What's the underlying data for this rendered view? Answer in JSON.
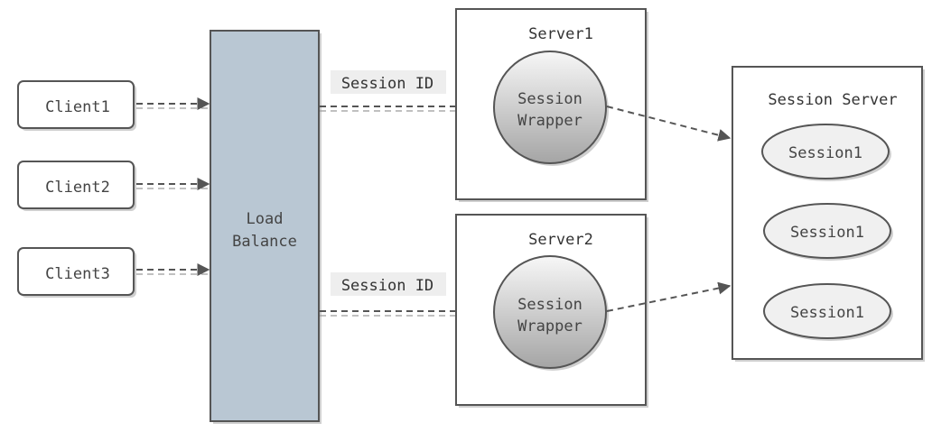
{
  "clients": [
    "Client1",
    "Client2",
    "Client3"
  ],
  "load_balancer": {
    "line1": "Load",
    "line2": "Balance"
  },
  "session_id_labels": [
    "Session ID",
    "Session ID"
  ],
  "servers": [
    {
      "title": "Server1",
      "wrapper_line1": "Session",
      "wrapper_line2": "Wrapper"
    },
    {
      "title": "Server2",
      "wrapper_line1": "Session",
      "wrapper_line2": "Wrapper"
    }
  ],
  "session_server": {
    "title": "Session Server",
    "sessions": [
      "Session1",
      "Session1",
      "Session1"
    ]
  },
  "colors": {
    "load_balancer_fill": "#b9c7d3",
    "node_border": "#555555",
    "shadow": "#cfcfcf",
    "wrapper_gradient_top": "#f7f7f7",
    "wrapper_gradient_bottom": "#a5a5a5",
    "session_fill": "#f0f0f0"
  }
}
